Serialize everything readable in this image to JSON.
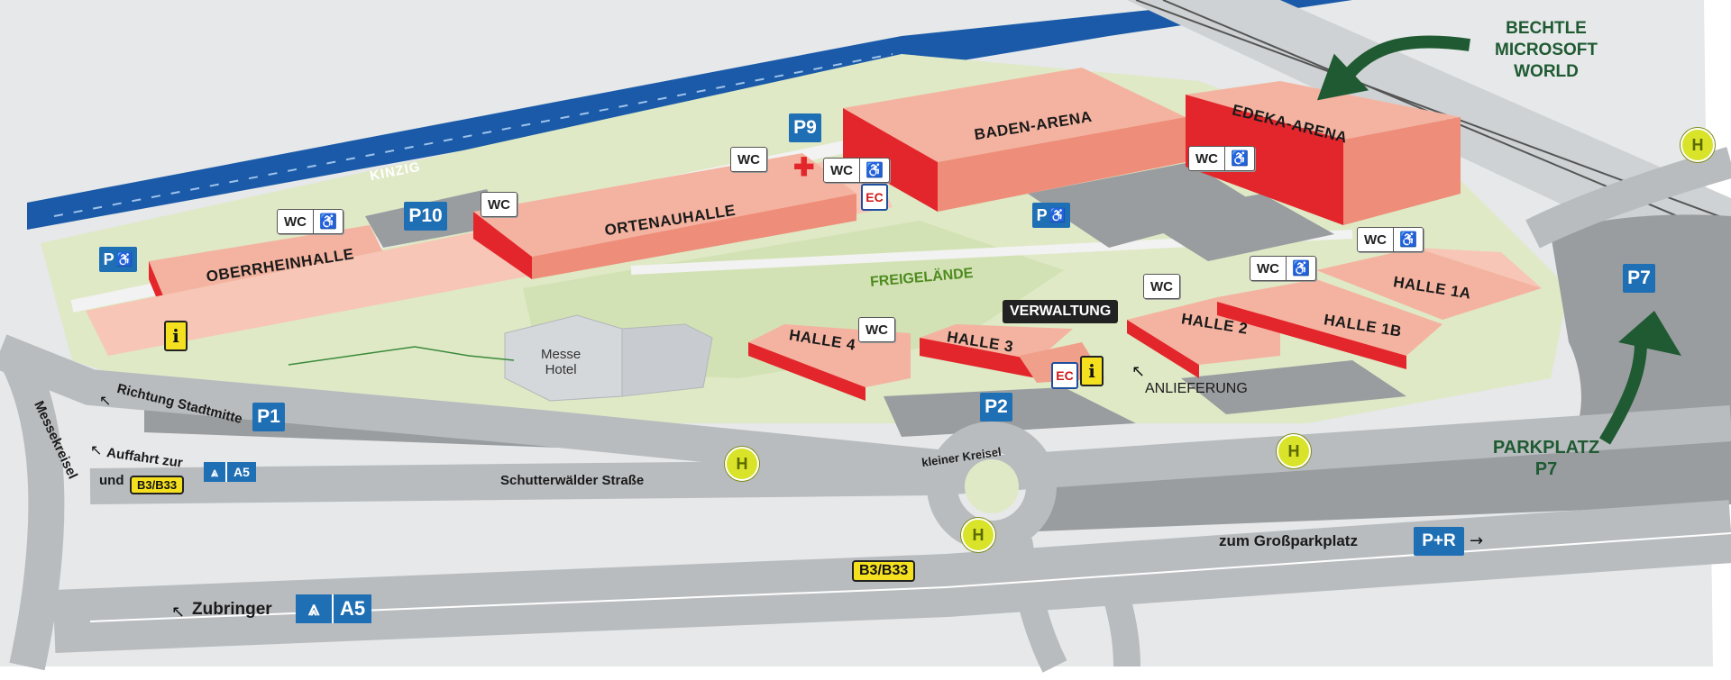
{
  "colors": {
    "river": "#1a5aa8",
    "hall_light": "#f4b3a0",
    "hall_red": "#e3262b",
    "lawn": "#dfe9c6",
    "road": "#b9bcbf",
    "parking": "#9a9da0",
    "parking_blue": "#1f6fb5",
    "bus_stop": "#d8e32a",
    "green_text": "#1f5a32"
  },
  "river": {
    "name": "KINZIG"
  },
  "halls": {
    "oberrheinhalle": "OBERRHEINHALLE",
    "ortenauhalle": "ORTENAUHALLE",
    "baden_arena": "BADEN-ARENA",
    "edeka_arena": "EDEKA-ARENA",
    "halle_4": "HALLE 4",
    "halle_3": "HALLE 3",
    "halle_2": "HALLE 2",
    "halle_1a": "HALLE 1A",
    "halle_1b": "HALLE 1B",
    "messe_hotel": "Messe\nHotel"
  },
  "areas": {
    "freigelaende": "FREIGELÄNDE",
    "verwaltung": "VERWALTUNG",
    "anlieferung": "ANLIEFERUNG"
  },
  "parking": {
    "p1": "P1",
    "p2": "P2",
    "p7": "P7",
    "p9": "P9",
    "p10": "P10",
    "p_disabled": "P",
    "p_plus_r": "P+R"
  },
  "facilities": {
    "wc": "WC",
    "disabled_icon": "wheelchair-icon",
    "info": "i",
    "ec": "EC",
    "bus": "H"
  },
  "roads": {
    "richtung_stadtmitte": "Richtung Stadtmitte",
    "messekreisel": "Messekreisel",
    "auffahrt": "Auffahrt zur",
    "und": "und",
    "schutterwaelder": "Schutterwälder Straße",
    "kleiner_kreisel": "kleiner Kreisel",
    "zum_grossparkplatz": "zum Großparkplatz",
    "zubringer": "Zubringer",
    "b3b33": "B3/B33",
    "a5": "A5"
  },
  "callouts": {
    "bechtle": [
      "BECHTLE",
      "MICROSOFT",
      "WORLD"
    ],
    "parkplatz": [
      "PARKPLATZ",
      "P7"
    ]
  }
}
